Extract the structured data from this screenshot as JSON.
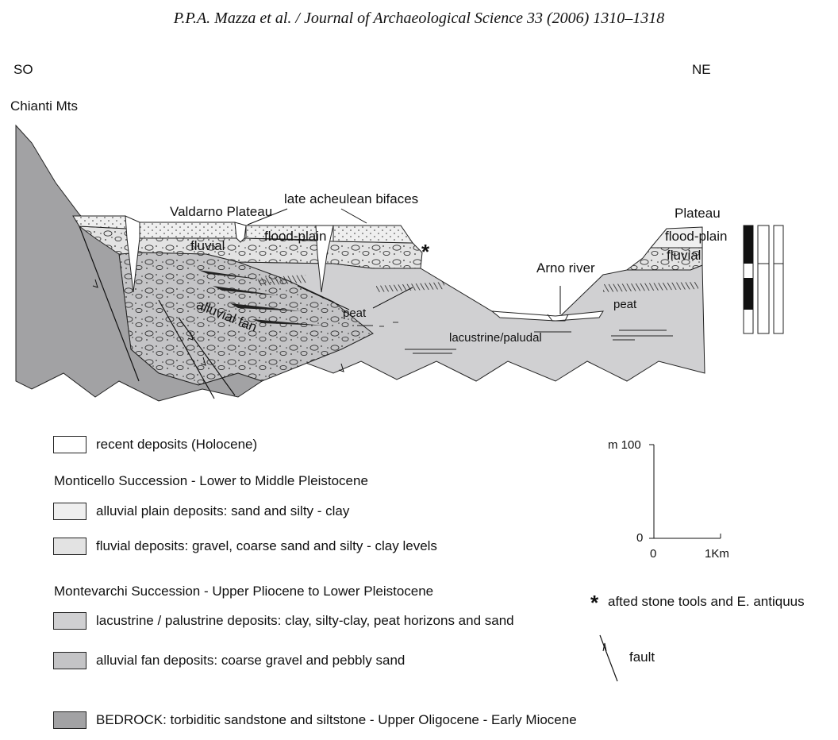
{
  "header": {
    "citation": "P.P.A. Mazza et al. / Journal of Archaeological Science 33 (2006) 1310–1318"
  },
  "section": {
    "direction_left": "SO",
    "direction_right": "NE",
    "labels": {
      "chianti": "Chianti Mts",
      "valdarno_plateau": "Valdarno Plateau",
      "late_acheulean": "late acheulean bifaces",
      "plateau": "Plateau",
      "flood_plain_left": "flood-plain",
      "flood_plain_right": "flood-plain",
      "fluvial_left": "fluvial",
      "fluvial_right": "fluvial",
      "arno_river": "Arno river",
      "alluvial_fan": "alluvial fan",
      "peat_left": "peat",
      "peat_right": "peat",
      "lacustrine": "lacustrine/paludal",
      "asterisk": "*"
    },
    "colors": {
      "bedrock": "#a2a2a4",
      "lacustrine": "#d0d0d2",
      "alluvial_fan": "#c4c4c6",
      "fluvial": "#e3e3e3",
      "alluvial_plain": "#efefef",
      "recent": "#ffffff"
    }
  },
  "legend": {
    "items": [
      {
        "text": "recent deposits (Holocene)",
        "color": "#ffffff"
      },
      {
        "text": "alluvial plain deposits: sand and silty - clay",
        "color": "#efefef"
      },
      {
        "text": "fluvial deposits: gravel, coarse sand and silty - clay levels",
        "color": "#e3e3e3"
      },
      {
        "text": "lacustrine / palustrine deposits: clay, silty-clay, peat horizons and sand",
        "color": "#d0d0d2"
      },
      {
        "text": "alluvial fan deposits: coarse gravel and pebbly sand",
        "color": "#c4c4c6"
      },
      {
        "text": "BEDROCK: torbiditic sandstone and siltstone - Upper Oligocene - Early Miocene",
        "color": "#a2a2a4"
      }
    ],
    "heading_monticello": "Monticello Succession - Lower to Middle Pleistocene",
    "heading_montevarchi": "Montevarchi Succession - Upper Pliocene to Lower Pleistocene",
    "asterisk_symbol": "*",
    "asterisk_text": "afted stone tools and E. antiquus",
    "fault_text": "fault"
  },
  "scale": {
    "top_label": "m 100",
    "zero_label": "0",
    "x_zero": "0",
    "x_end": "1Km"
  }
}
